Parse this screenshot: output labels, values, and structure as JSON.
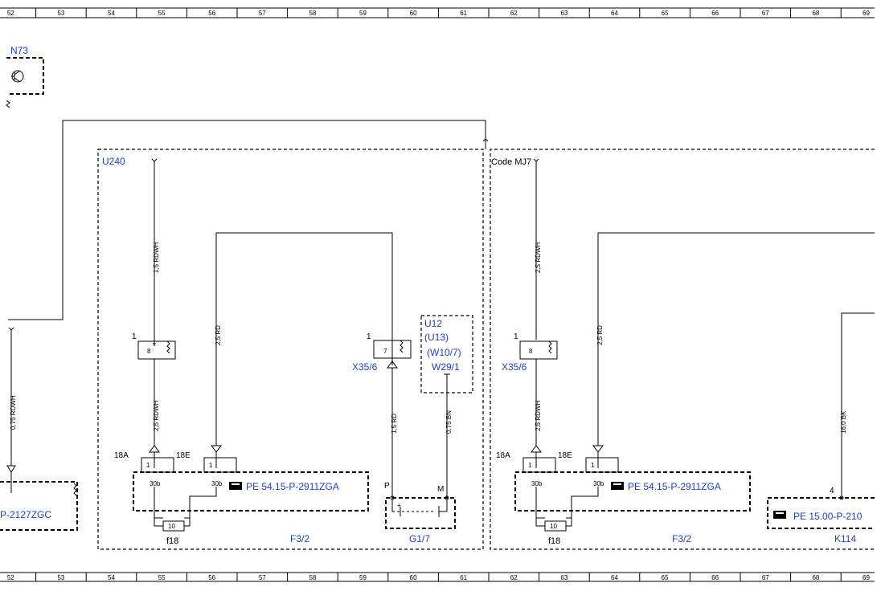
{
  "scale": {
    "numbers": [
      "52",
      "53",
      "54",
      "55",
      "56",
      "57",
      "58",
      "59",
      "60",
      "61",
      "62",
      "63",
      "64",
      "65",
      "66",
      "67",
      "68",
      "69"
    ]
  },
  "components": {
    "n73": "N73",
    "u240": "U240",
    "code_mj7": "Code MJ7",
    "u12": "U12",
    "u13": "(U13)",
    "w10_7": "(W10/7)",
    "w29_1": "W29/1",
    "x35_6": "X35/6",
    "f18": "f18",
    "f3_2": "F3/2",
    "g1_7": "G1/7",
    "k114": "K114"
  },
  "wires": {
    "w1": "1,5 RDWH",
    "w2": "2,5 RD",
    "w3": "2,5 RDWH",
    "w4": "1,5 RD",
    "w5": "0,75 BN",
    "w6": "0,75 RDWH",
    "w7": "2,5 RDWH",
    "w8": "2,5 RD",
    "w9": "2,5 RDWH",
    "w10": "16,0 BK"
  },
  "pins": {
    "p18a": "18A",
    "p18e": "18E",
    "one": "1",
    "eight": "8",
    "seven": "7",
    "ten": "10",
    "thirty_b": "30b",
    "four": "4",
    "p": "P",
    "m": "M",
    "plus": "+"
  },
  "references": {
    "pe_54_15": "PE 54.15-P-2911ZGA",
    "pe_15_00": "PE 15.00-P-210",
    "left_cut": "P-2127ZGC"
  },
  "icons": {
    "pointing_hand": "pointing-hand-icon",
    "transistor": "transistor-icon",
    "resistor": "resistor-icon",
    "fuse": "fuse-icon",
    "battery": "battery-icon",
    "connector": "connector-arrow-icon"
  }
}
